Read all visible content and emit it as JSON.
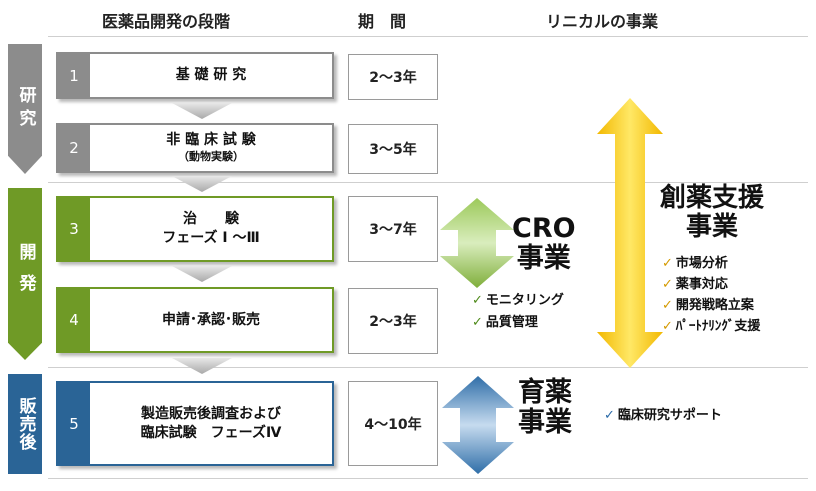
{
  "headers": {
    "stages": "医薬品開発の段階",
    "period": "期　間",
    "business": "リニカルの事業"
  },
  "bands": [
    {
      "label": "研究",
      "color": "#8c8c8c"
    },
    {
      "label": "開発",
      "color": "#6f9a26"
    },
    {
      "label": "販売後",
      "color": "#2a6496"
    }
  ],
  "stages": [
    {
      "num": "1",
      "line1": "基 礎 研 究",
      "line2": "",
      "sub": "",
      "period": "2～3年"
    },
    {
      "num": "2",
      "line1": "非 臨 床 試 験",
      "line2": "",
      "sub": "（動物実験）",
      "period": "3～5年"
    },
    {
      "num": "3",
      "line1": "治　　験",
      "line2": "フェーズ Ⅰ ～Ⅲ",
      "sub": "",
      "period": "3～7年"
    },
    {
      "num": "4",
      "line1": "申請･承認･販売",
      "line2": "",
      "sub": "",
      "period": "2～3年"
    },
    {
      "num": "5",
      "line1": "製造販売後調査および",
      "line2": "臨床試験　フェーズⅣ",
      "sub": "",
      "period": "4～10年"
    }
  ],
  "cro": {
    "title_line1": "CRO",
    "title_line2": "事業",
    "items": [
      "モニタリング",
      "品質管理"
    ]
  },
  "ikuyaku": {
    "title_line1": "育薬",
    "title_line2": "事業",
    "items": [
      "臨床研究サポート"
    ]
  },
  "drug_discovery": {
    "title_line1": "創薬支援",
    "title_line2": "事業",
    "items": [
      "市場分析",
      "薬事対応",
      "開発戦略立案",
      "ﾊﾟｰﾄﾅﾘﾝｸﾞ支援"
    ]
  },
  "check_mark": "✓",
  "colors": {
    "gray": "#8c8c8c",
    "green": "#6f9a26",
    "blue": "#2a6496",
    "yellow": "#f4c400"
  }
}
